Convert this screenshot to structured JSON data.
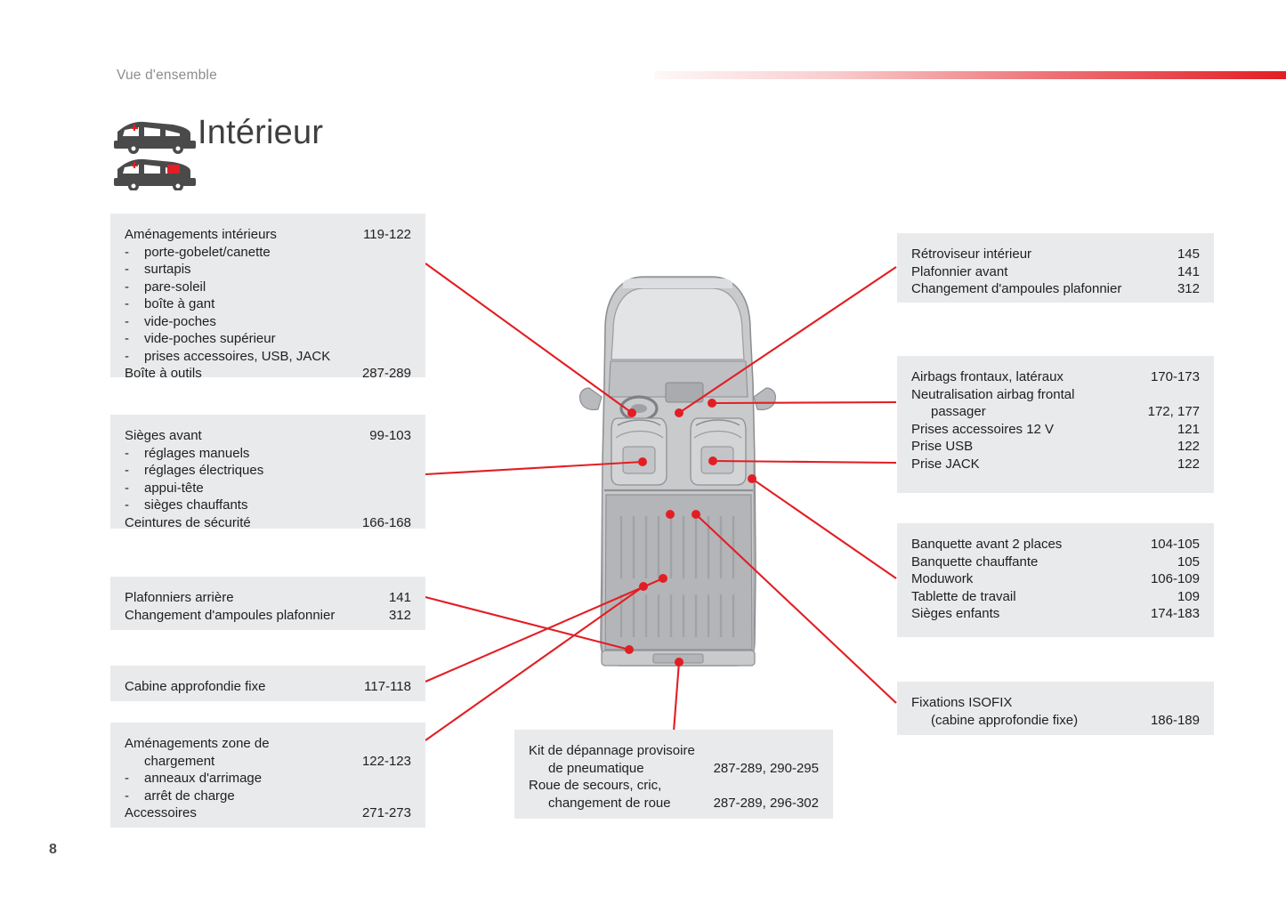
{
  "header": {
    "section": "Vue d'ensemble",
    "title": "Intérieur",
    "page_number": "8",
    "vehicle_icon": "van-icon"
  },
  "boxes": {
    "amenagements_interieurs": {
      "rows": [
        {
          "label": "Aménagements intérieurs",
          "page": "119-122"
        },
        {
          "label": "porte-gobelet/canette",
          "page": "",
          "dash": "-"
        },
        {
          "label": "surtapis",
          "page": "",
          "dash": "-"
        },
        {
          "label": "pare-soleil",
          "page": "",
          "dash": "-"
        },
        {
          "label": "boîte à gant",
          "page": "",
          "dash": "-"
        },
        {
          "label": "vide-poches",
          "page": "",
          "dash": "-"
        },
        {
          "label": "vide-poches supérieur",
          "page": "",
          "dash": "-"
        },
        {
          "label": "prises accessoires, USB, JACK",
          "page": "",
          "dash": "-"
        },
        {
          "label": "Boîte à outils",
          "page": "287-289"
        }
      ]
    },
    "sieges_avant": {
      "rows": [
        {
          "label": "Sièges avant",
          "page": "99-103"
        },
        {
          "label": "réglages manuels",
          "page": "",
          "dash": "-"
        },
        {
          "label": "réglages électriques",
          "page": "",
          "dash": "-"
        },
        {
          "label": "appui-tête",
          "page": "",
          "dash": "-"
        },
        {
          "label": "sièges chauffants",
          "page": "",
          "dash": "-"
        },
        {
          "label": "Ceintures de sécurité",
          "page": "166-168"
        }
      ]
    },
    "plafonniers_arriere": {
      "rows": [
        {
          "label": "Plafonniers arrière",
          "page": "141"
        },
        {
          "label": "Changement d'ampoules plafonnier",
          "page": "312"
        }
      ]
    },
    "cabine_approfondie": {
      "rows": [
        {
          "label": "Cabine approfondie fixe",
          "page": "117-118"
        }
      ]
    },
    "zone_chargement": {
      "rows": [
        {
          "label": "Aménagements zone de",
          "page": ""
        },
        {
          "label": "chargement",
          "page": "122-123",
          "indent": true
        },
        {
          "label": "anneaux d'arrimage",
          "page": "",
          "dash": "-"
        },
        {
          "label": "arrêt de charge",
          "page": "",
          "dash": "-"
        },
        {
          "label": "Accessoires",
          "page": "271-273"
        }
      ]
    },
    "kit_depannage": {
      "rows": [
        {
          "label": "Kit de dépannage provisoire",
          "page": ""
        },
        {
          "label": "de pneumatique",
          "page": "287-289, 290-295",
          "indent": true
        },
        {
          "label": "Roue de secours, cric,",
          "page": ""
        },
        {
          "label": "changement de roue",
          "page": "287-289, 296-302",
          "indent": true
        }
      ]
    },
    "retroviseur": {
      "rows": [
        {
          "label": "Rétroviseur intérieur",
          "page": "145"
        },
        {
          "label": "Plafonnier avant",
          "page": "141"
        },
        {
          "label": "Changement d'ampoules plafonnier",
          "page": "312"
        }
      ]
    },
    "airbags": {
      "rows": [
        {
          "label": "Airbags frontaux, latéraux",
          "page": "170-173"
        },
        {
          "label": "Neutralisation airbag frontal",
          "page": ""
        },
        {
          "label": "passager",
          "page": "172, 177",
          "indent": true
        },
        {
          "label": "Prises accessoires 12 V",
          "page": "121"
        },
        {
          "label": "Prise USB",
          "page": "122"
        },
        {
          "label": "Prise JACK",
          "page": "122"
        }
      ]
    },
    "banquette": {
      "rows": [
        {
          "label": "Banquette avant 2 places",
          "page": "104-105"
        },
        {
          "label": "Banquette chauffante",
          "page": "105"
        },
        {
          "label": "Moduwork",
          "page": "106-109"
        },
        {
          "label": "Tablette de travail",
          "page": "109"
        },
        {
          "label": "Sièges enfants",
          "page": "174-183"
        }
      ]
    },
    "isofix": {
      "rows": [
        {
          "label": "Fixations ISOFIX",
          "page": ""
        },
        {
          "label": "(cabine approfondie fixe)",
          "page": "186-189",
          "indent": true
        }
      ]
    }
  },
  "colors": {
    "accent": "#e21e24",
    "box_bg": "#e9eaec",
    "title": "#3f3f3f",
    "section": "#8d8d8d"
  },
  "diagram": {
    "name": "vehicle-top-view-diagram",
    "description": "Top view of van interior with red leader lines to feature callout boxes"
  }
}
